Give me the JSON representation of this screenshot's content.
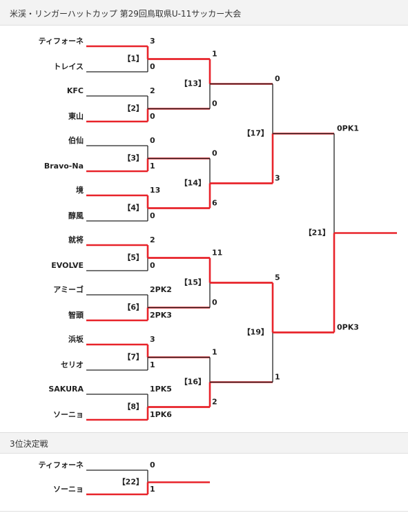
{
  "title": "米渓・リンガーハットカップ 第29回鳥取県U-11サッカー大会",
  "third_place_title": "3位決定戦",
  "colors": {
    "winner_line": "#e8232a",
    "loser_line": "#222222",
    "header_bg": "#f3f3f3"
  },
  "teams": [
    "ティフォーネ",
    "トレイス",
    "KFC",
    "東山",
    "伯仙",
    "Bravo-Na",
    "境",
    "醇風",
    "就将",
    "EVOLVE",
    "アミーゴ",
    "智頭",
    "浜坂",
    "セリオ",
    "SAKURA",
    "ソーニョ"
  ],
  "round1": [
    {
      "label": "【1】",
      "s1": "3",
      "s2": "0",
      "winner": 1
    },
    {
      "label": "【2】",
      "s1": "2",
      "s2": "0",
      "winner": 2
    },
    {
      "label": "【3】",
      "s1": "0",
      "s2": "1",
      "winner": 2
    },
    {
      "label": "【4】",
      "s1": "13",
      "s2": "0",
      "winner": 1
    },
    {
      "label": "【5】",
      "s1": "2",
      "s2": "0",
      "winner": 1
    },
    {
      "label": "【6】",
      "s1": "2PK2",
      "s2": "2PK3",
      "winner": 2
    },
    {
      "label": "【7】",
      "s1": "3",
      "s2": "1",
      "winner": 1
    },
    {
      "label": "【8】",
      "s1": "1PK5",
      "s2": "1PK6",
      "winner": 2
    }
  ],
  "round2": [
    {
      "label": "【13】",
      "s1": "1",
      "s2": "0",
      "winner": 1
    },
    {
      "label": "【14】",
      "s1": "0",
      "s2": "6",
      "winner": 2
    },
    {
      "label": "【15】",
      "s1": "11",
      "s2": "0",
      "winner": 1
    },
    {
      "label": "【16】",
      "s1": "1",
      "s2": "2",
      "winner": 2
    }
  ],
  "round3": [
    {
      "label": "【17】",
      "s1": "0",
      "s2": "3",
      "winner": 2
    },
    {
      "label": "【19】",
      "s1": "5",
      "s2": "1",
      "winner": 1
    }
  ],
  "final": {
    "label": "【21】",
    "s1": "0PK1",
    "s2": "0PK3",
    "winner": 2
  },
  "third_place": {
    "team1": "ティフォーネ",
    "team2": "ソーニョ",
    "label": "【22】",
    "s1": "0",
    "s2": "1",
    "winner": 2
  }
}
